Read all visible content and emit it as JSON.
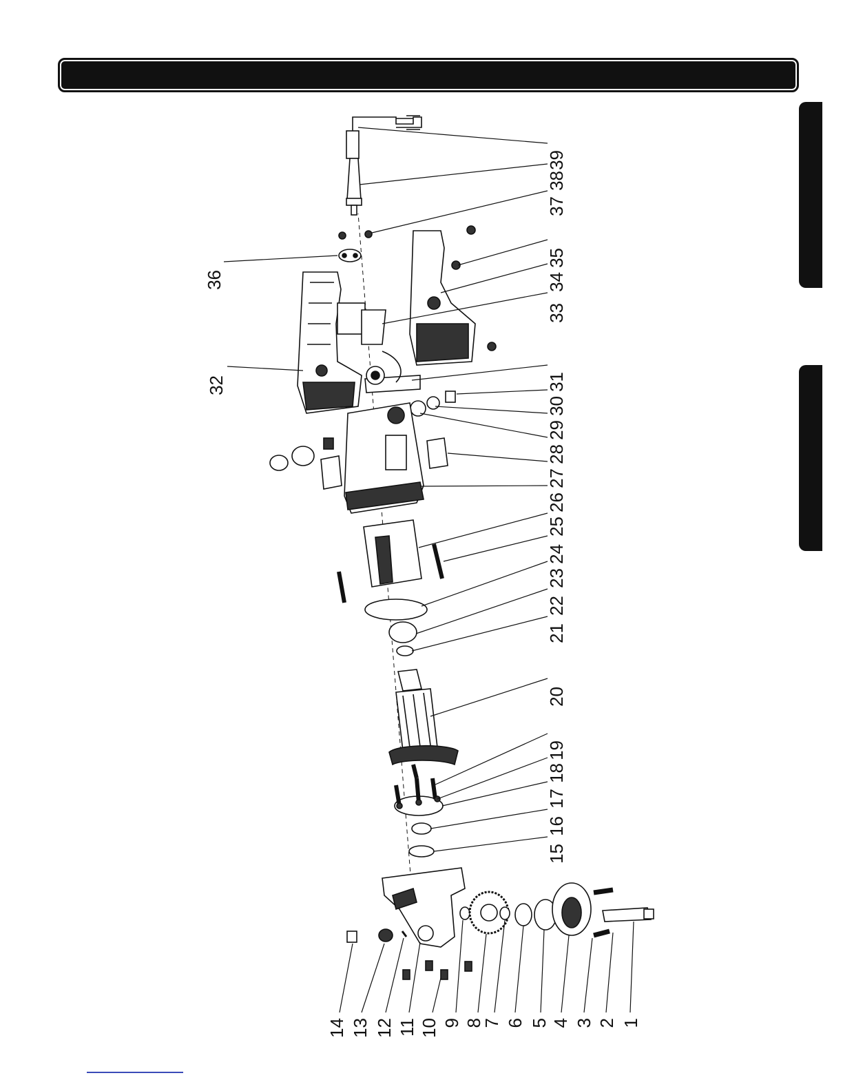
{
  "diagram": {
    "type": "exploded-parts-view",
    "part_numbers": [
      "1",
      "2",
      "3",
      "4",
      "5",
      "6",
      "7",
      "8",
      "9",
      "10",
      "11",
      "12",
      "13",
      "14",
      "15",
      "16",
      "17",
      "18",
      "19",
      "20",
      "21",
      "22",
      "23",
      "24",
      "25",
      "26",
      "27",
      "28",
      "29",
      "30",
      "31",
      "32",
      "33",
      "34",
      "35",
      "36",
      "37",
      "38",
      "39"
    ]
  }
}
